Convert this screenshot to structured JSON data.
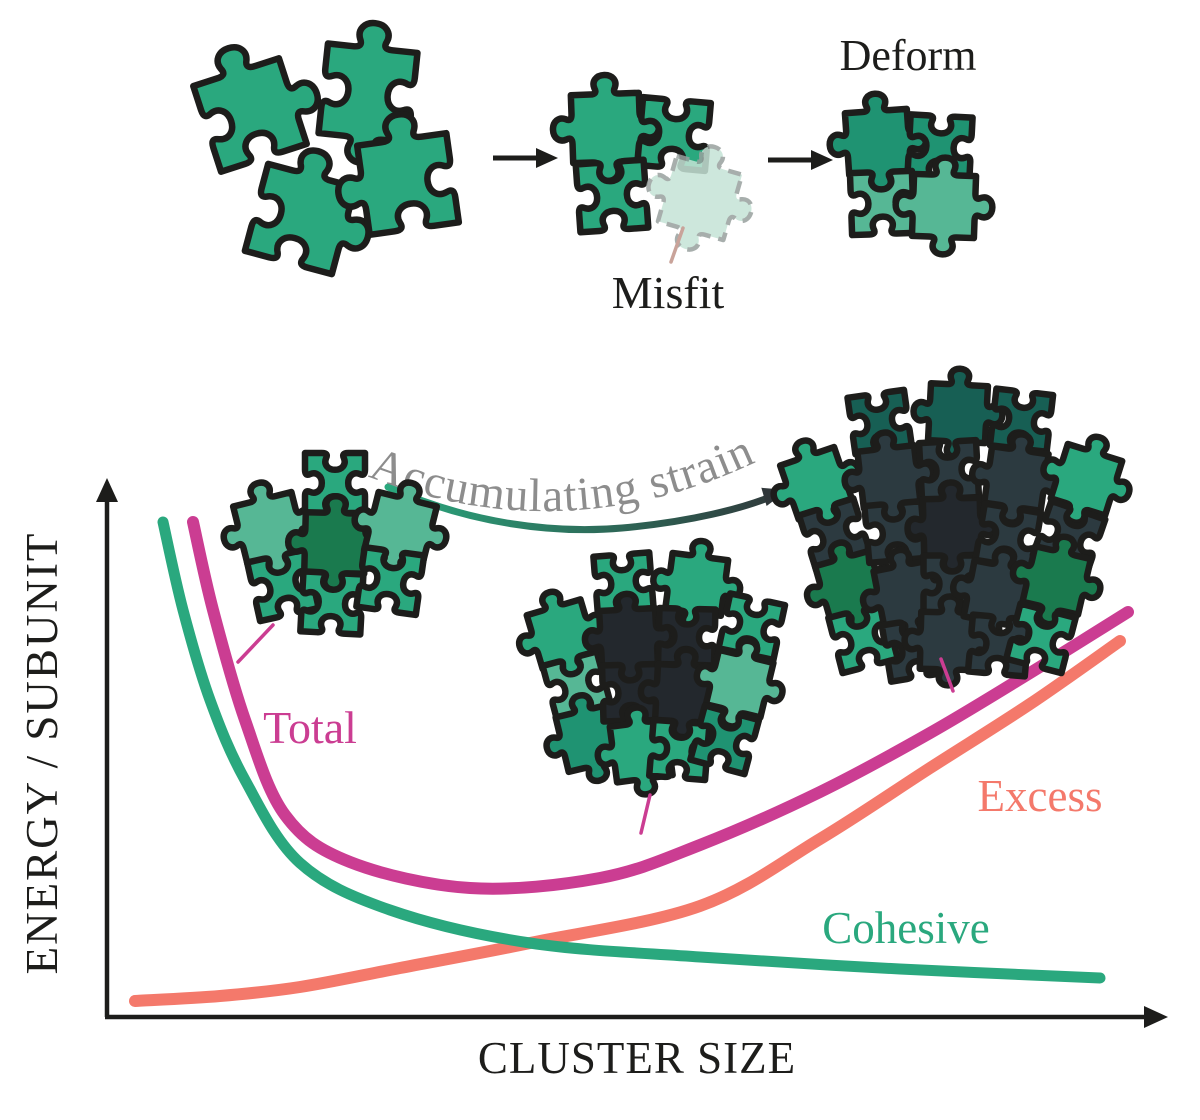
{
  "labels": {
    "deform": "Deform",
    "misfit": "Misfit"
  },
  "colors": {
    "green": "#2aa87e",
    "green-light": "#56b795",
    "green-mid": "#1f9372",
    "green-dark": "#1a7a4e",
    "teal-deep": "#175f54",
    "slate": "#2c3a40",
    "black-piece": "#23282d",
    "magenta": "#cb3d92",
    "salmon": "#f4796b",
    "ink": "#1d1d1b",
    "gray": "#8d8d8d",
    "misfit-line": "#c9a39a",
    "misfit-fill": "#c5e3d6",
    "dash": "#98a19e",
    "arrow-dark": "#30373a"
  },
  "chart_data": {
    "type": "line",
    "title": "",
    "xlabel": "CLUSTER SIZE",
    "ylabel": "ENERGY / SUBUNIT",
    "axis_style": "conceptual axes with arrowheads, no ticks and no numeric scale",
    "grid": false,
    "legend_position": "inline curve labels",
    "series": [
      {
        "name": "Excess",
        "color_key": "salmon",
        "width": 12,
        "trend": "monotonically increasing, accelerating upward with cluster size",
        "px": [
          [
            135,
            1001
          ],
          [
            220,
            996
          ],
          [
            300,
            987
          ],
          [
            400,
            968
          ],
          [
            530,
            943
          ],
          [
            700,
            906
          ],
          [
            820,
            839
          ],
          [
            930,
            768
          ],
          [
            1030,
            704
          ],
          [
            1120,
            641
          ]
        ]
      },
      {
        "name": "Cohesive",
        "color_key": "green",
        "width": 11,
        "trend": "steeply decreasing at small cluster size, then plateauing",
        "px": [
          [
            163,
            522
          ],
          [
            183,
            610
          ],
          [
            210,
            700
          ],
          [
            245,
            780
          ],
          [
            300,
            863
          ],
          [
            390,
            910
          ],
          [
            530,
            943
          ],
          [
            700,
            957
          ],
          [
            900,
            969
          ],
          [
            1100,
            978
          ]
        ]
      },
      {
        "name": "Total",
        "color_key": "magenta",
        "width": 12,
        "trend": "decreases to a minimum then increases again (frustrated assembly)",
        "px": [
          [
            193,
            522
          ],
          [
            213,
            610
          ],
          [
            245,
            720
          ],
          [
            285,
            815
          ],
          [
            350,
            862
          ],
          [
            470,
            888
          ],
          [
            600,
            878
          ],
          [
            700,
            845
          ],
          [
            820,
            792
          ],
          [
            930,
            733
          ],
          [
            1030,
            673
          ],
          [
            1128,
            612
          ]
        ]
      }
    ],
    "annotations": [
      {
        "text": "Accumulating strain",
        "color_key": "gray",
        "style": "text curved along an arc above a green-to-dark gradient arrow pointing at the largest cluster"
      }
    ]
  }
}
